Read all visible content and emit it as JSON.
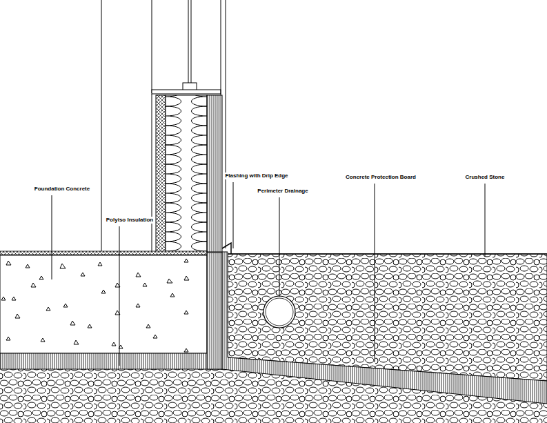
{
  "diagram": {
    "labels": [
      "Foundation Concrete",
      "Polyiso Insulation",
      "Flashing with Drip Edge",
      "Perimeter Drainage",
      "Concrete Protection Board",
      "Crushed Stone"
    ]
  }
}
